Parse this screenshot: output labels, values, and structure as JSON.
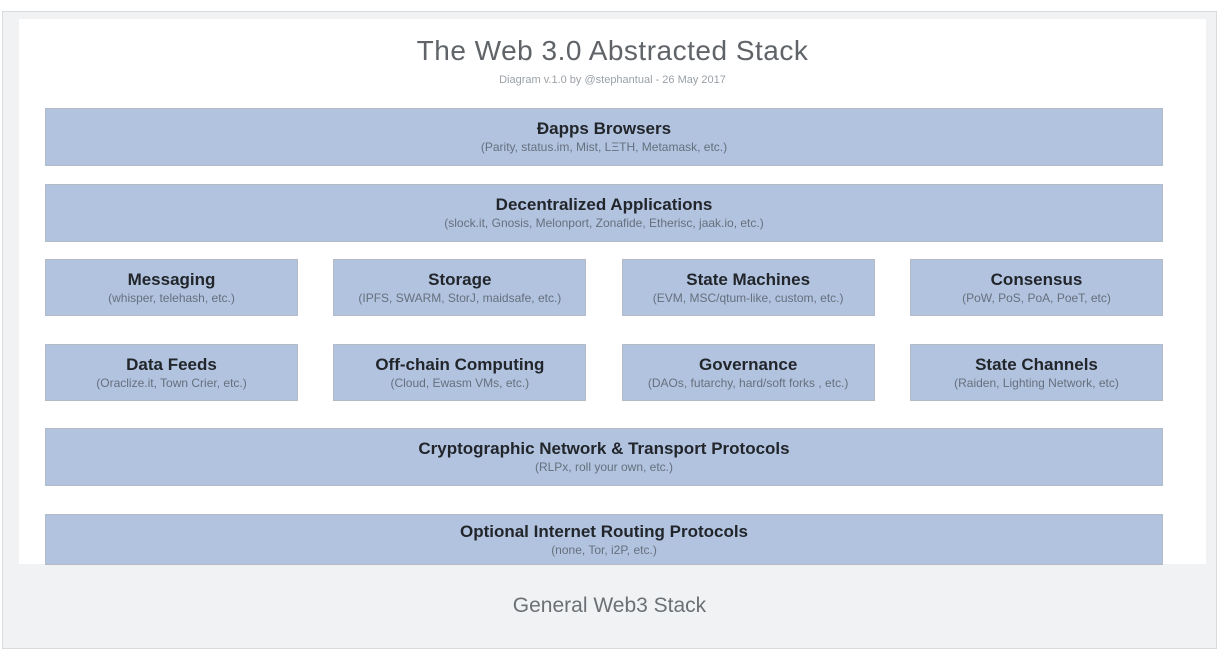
{
  "diagram": {
    "title": "The Web 3.0 Abstracted Stack",
    "subtitle": "Diagram v.1.0 by @stephantual - 26 May 2017",
    "caption": "General Web3 Stack",
    "rows": [
      {
        "type": "full",
        "boxes": [
          {
            "title": "Đapps Browsers",
            "subtitle": "(Parity, status.im, Mist, LΞTH, Metamask, etc.)"
          }
        ]
      },
      {
        "type": "full",
        "boxes": [
          {
            "title": "Decentralized Applications",
            "subtitle": "(slock.it, Gnosis, Melonport, Zonafide, Etherisc, jaak.io, etc.)"
          }
        ]
      },
      {
        "type": "quad",
        "boxes": [
          {
            "title": "Messaging",
            "subtitle": "(whisper, telehash, etc.)"
          },
          {
            "title": "Storage",
            "subtitle": "(IPFS, SWARM, StorJ, maidsafe, etc.)"
          },
          {
            "title": "State Machines",
            "subtitle": "(EVM, MSC/qtum-like, custom, etc.)"
          },
          {
            "title": "Consensus",
            "subtitle": "(PoW, PoS, PoA, PoeT, etc)"
          }
        ]
      },
      {
        "type": "quad",
        "boxes": [
          {
            "title": "Data Feeds",
            "subtitle": "(Oraclize.it, Town Crier, etc.)"
          },
          {
            "title": "Off-chain Computing",
            "subtitle": "(Cloud, Ewasm VMs, etc.)"
          },
          {
            "title": "Governance",
            "subtitle": "(DAOs, futarchy, hard/soft forks , etc.)"
          },
          {
            "title": "State Channels",
            "subtitle": "(Raiden, Lighting Network, etc)"
          }
        ]
      },
      {
        "type": "full",
        "boxes": [
          {
            "title": "Cryptographic Network & Transport Protocols",
            "subtitle": "(RLPx, roll your own, etc.)"
          }
        ]
      },
      {
        "type": "full",
        "boxes": [
          {
            "title": "Optional Internet Routing Protocols",
            "subtitle": "(none, Tor, i2P, etc.)"
          }
        ]
      }
    ]
  },
  "colors": {
    "box_fill": "#b2c3e0",
    "box_border": "#b4bac6",
    "panel_bg": "#f1f2f3",
    "panel_border": "#d8dadc",
    "caption_text": "#6b7075"
  }
}
